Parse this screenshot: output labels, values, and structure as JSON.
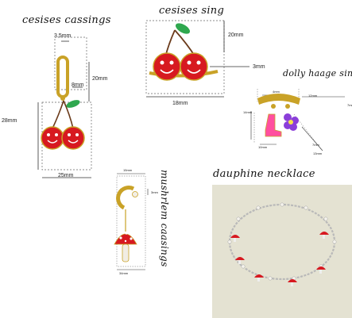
{
  "titles": {
    "cherries_earrings": "cesises cassings",
    "cherries_ring": "cesises sing",
    "dolly_rings": "dolly haage sing",
    "mushroom_earrings": "mushrlem caasings",
    "dauphine_necklace": "dauphine necklace"
  },
  "earrings_dims": {
    "top_width": "3.5mm",
    "hoop_height": "20mm",
    "small_gap": "8mm",
    "total_height": "28mm",
    "width": "25mm"
  },
  "ring_dims": {
    "top_height": "20mm",
    "band_height": "3mm",
    "width": "18mm"
  },
  "dolly_dims": {
    "d1": "4mm",
    "d2": "12mm",
    "d3": "7mm",
    "d4": "14mm",
    "d5": "10mm",
    "d6": "7mm",
    "d7": "13mm"
  },
  "mushroom_dims": {
    "top": "15mm",
    "side": "3mm",
    "bottom": "34mm"
  },
  "colors": {
    "gold": "#c9a227",
    "cherry_red": "#d71920",
    "leaf_green": "#2fa84f",
    "panel_bg": "#e4e2d2",
    "pink": "#ff4fa0",
    "purple": "#8b3fd9"
  }
}
